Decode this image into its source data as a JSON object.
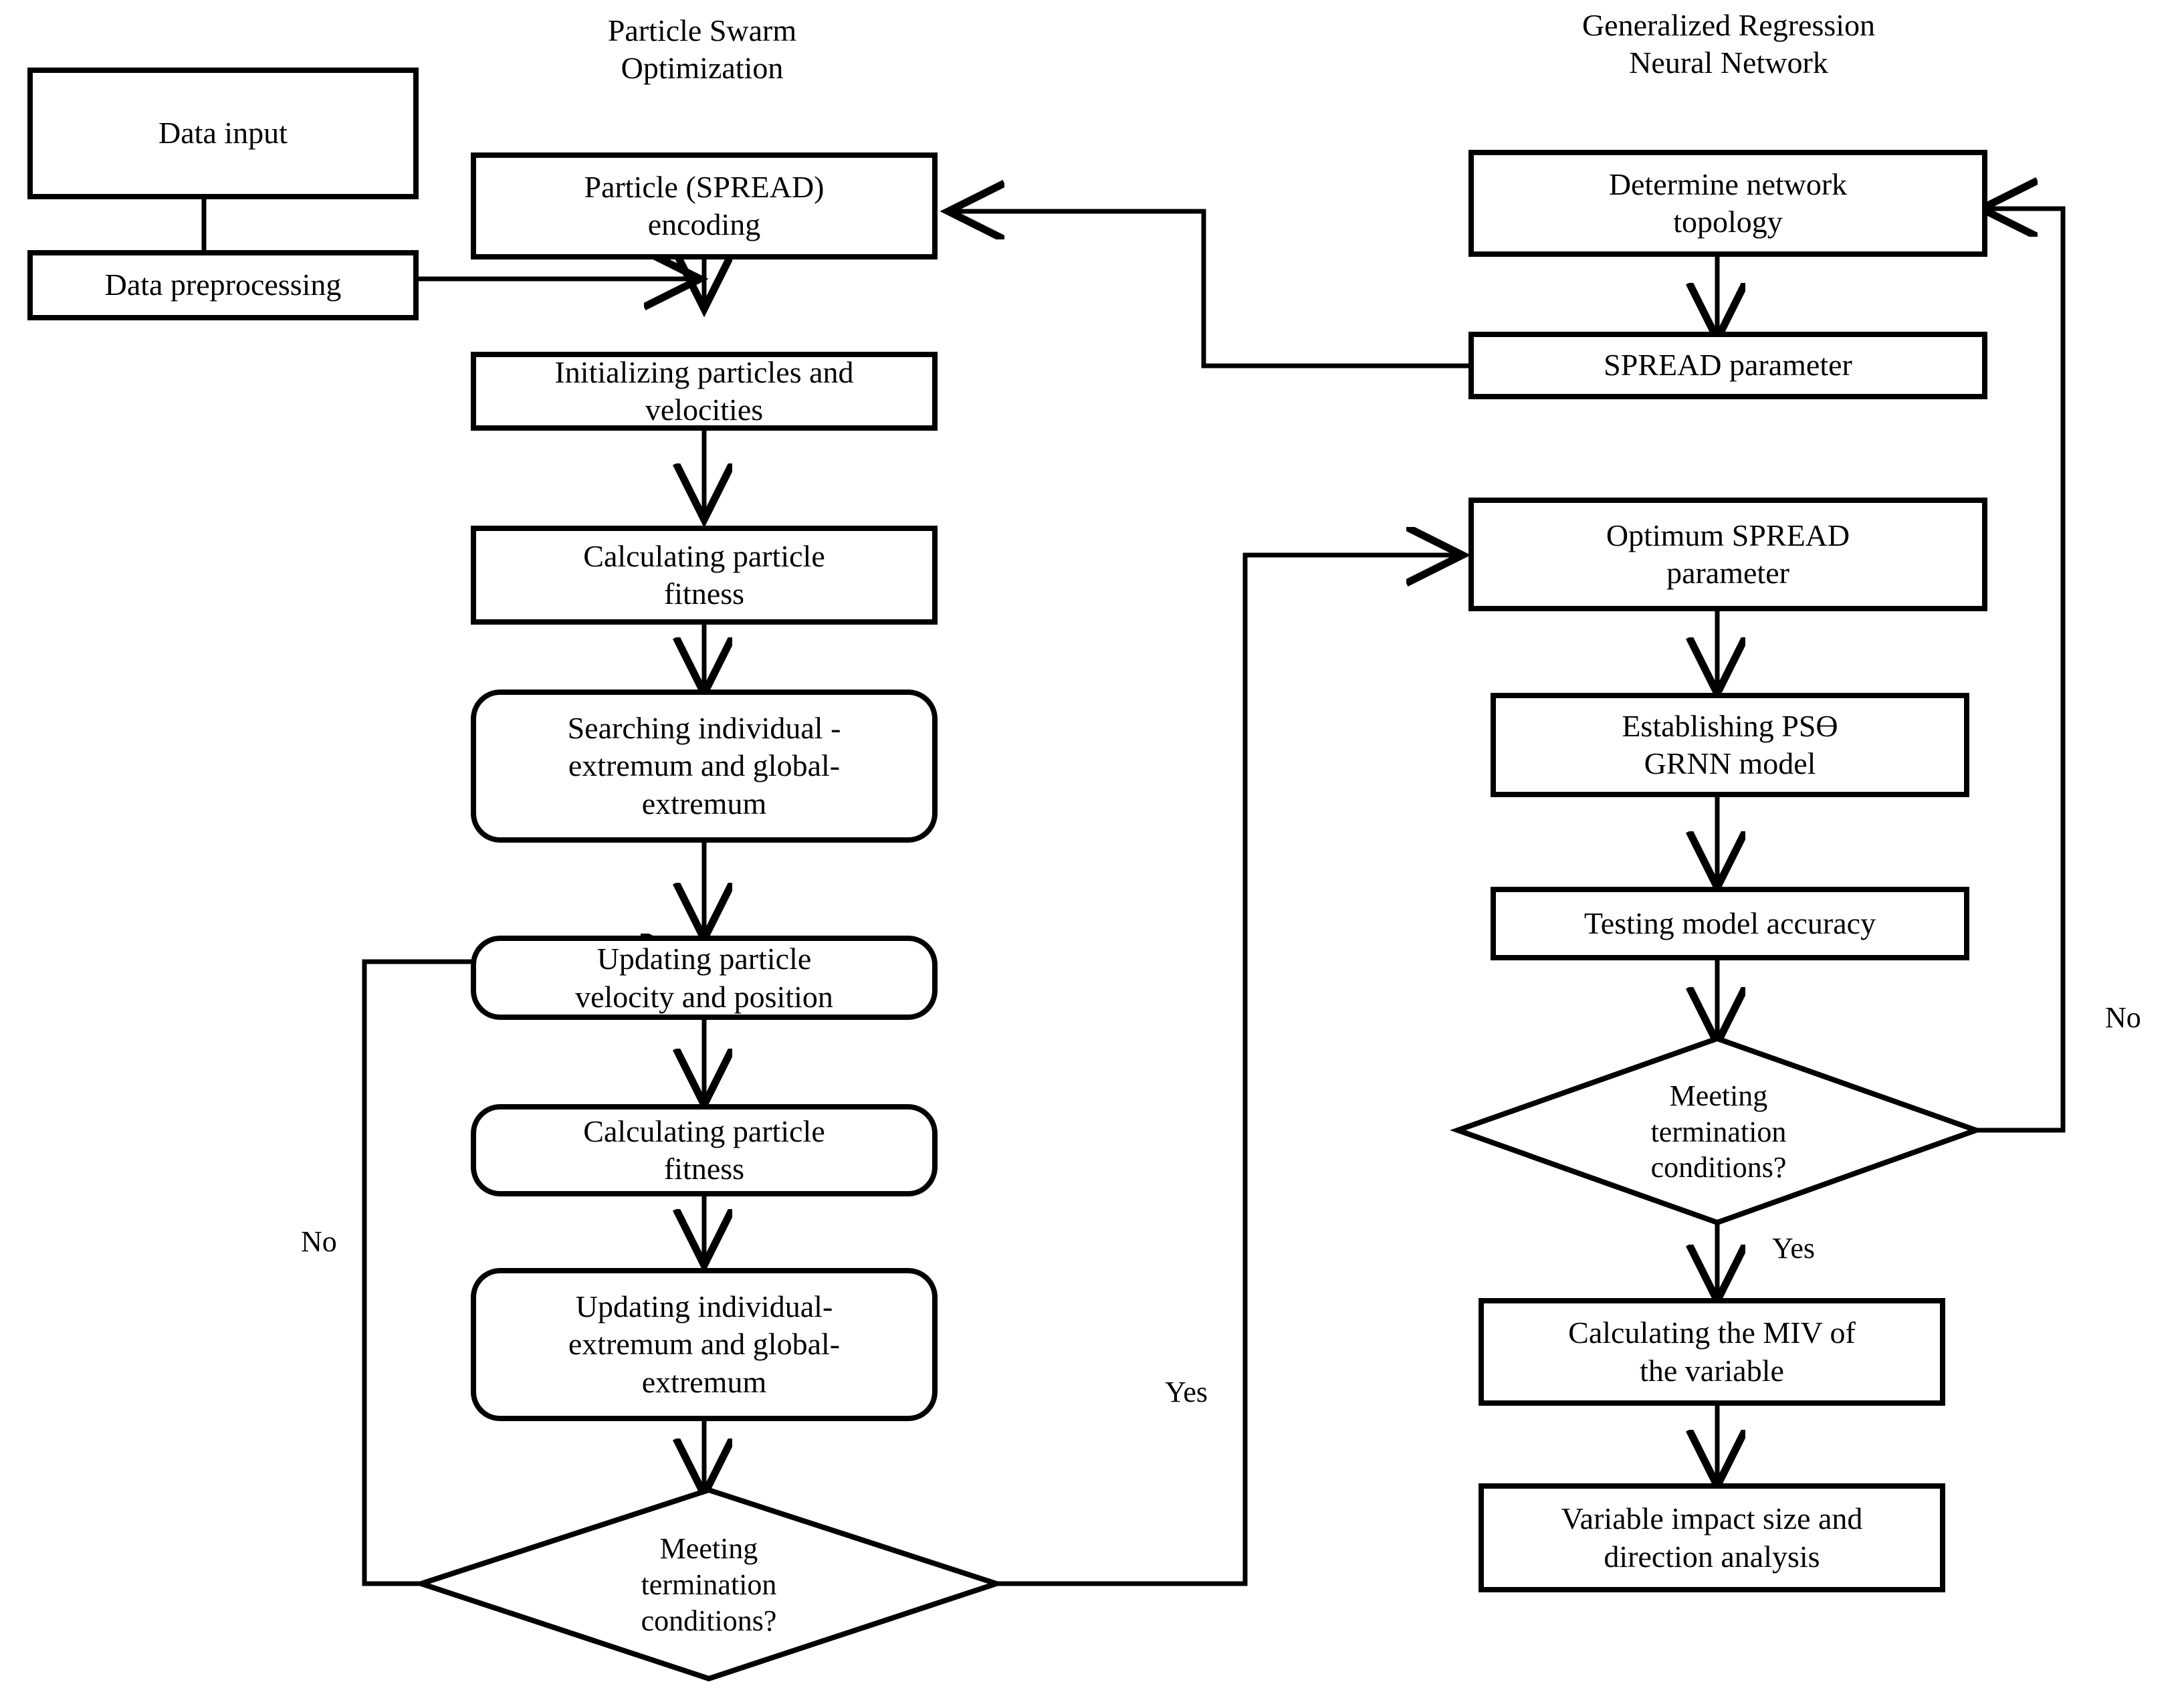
{
  "diagram": {
    "title": "PSO-GRNN modelling flowchart",
    "colors": {
      "stroke": "#000000",
      "fill": "#ffffff",
      "text": "#000000"
    },
    "headers": [
      {
        "id": "pso-header",
        "line1": "Particle Swarm",
        "line2": "Optimization"
      },
      {
        "id": "grnn-header",
        "line1": "Generalized Regression",
        "line2": "Neural Network"
      }
    ],
    "nodes": [
      {
        "id": "data-input",
        "label": "Data input",
        "shape": "rect"
      },
      {
        "id": "data-preprocessing",
        "label": "Data preprocessing",
        "shape": "rect"
      },
      {
        "id": "particle-encoding",
        "label": "Particle (SPREAD)\nencoding",
        "shape": "rect"
      },
      {
        "id": "init-particles",
        "label": "Initializing    particles and\nvelocities",
        "shape": "rect"
      },
      {
        "id": "calc-fitness-1",
        "label": "Calculating   particle\nfitness",
        "shape": "rect"
      },
      {
        "id": "searching-extremum",
        "label": "Searching    individual -\nextremum and   global-\nextremum",
        "shape": "rounded"
      },
      {
        "id": "updating-velocity",
        "label": "Updating particle\nvelocity and position",
        "shape": "rounded"
      },
      {
        "id": "calc-fitness-2",
        "label": "Calculating particle\nfitness",
        "shape": "rounded"
      },
      {
        "id": "updating-extremum",
        "label": "Updating individual-\nextremum and global-\nextremum",
        "shape": "rounded"
      },
      {
        "id": "pso-decision",
        "label": "Meeting\ntermination\nconditions?",
        "shape": "diamond"
      },
      {
        "id": "determine-topology",
        "label": "Determine network\ntopology",
        "shape": "rect"
      },
      {
        "id": "spread-parameter",
        "label": "SPREAD parameter",
        "shape": "rect"
      },
      {
        "id": "optimum-spread",
        "label": "Optimum SPREAD\nparameter",
        "shape": "rect"
      },
      {
        "id": "establishing-model",
        "label": "Establishing PSƟ\nGRNN model",
        "shape": "rect"
      },
      {
        "id": "testing-accuracy",
        "label": "Testing model accuracy",
        "shape": "rect"
      },
      {
        "id": "grnn-decision",
        "label": "Meeting\ntermination\nconditions?",
        "shape": "diamond"
      },
      {
        "id": "calculating-miv",
        "label": "Calculating the MIV of\nthe variable",
        "shape": "rect"
      },
      {
        "id": "variable-impact",
        "label": "Variable impact size and\ndirection analysis",
        "shape": "rect"
      }
    ],
    "edge_labels": [
      {
        "id": "pso-no-label",
        "text": "No"
      },
      {
        "id": "pso-yes-label",
        "text": "Yes"
      },
      {
        "id": "grnn-no-label",
        "text": "No"
      },
      {
        "id": "grnn-yes-label",
        "text": "Yes"
      }
    ]
  }
}
